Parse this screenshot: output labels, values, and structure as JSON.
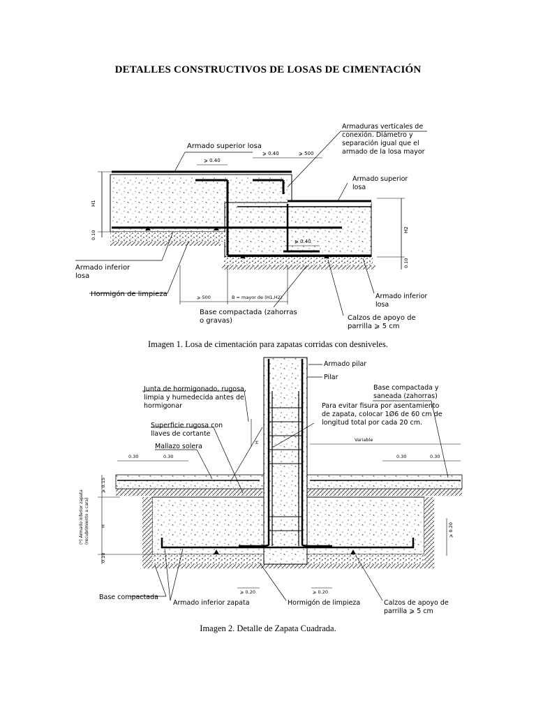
{
  "document": {
    "title": "DETALLES CONSTRUCTIVOS DE LOSAS DE CIMENTACIÓN"
  },
  "figure1": {
    "caption": "Imagen 1. Losa de cimentación para zapatas corridas con desniveles.",
    "labels": {
      "armado_superior_losa": "Armado superior losa",
      "armaduras_verticales_1": "Armaduras verticales de",
      "armaduras_verticales_2": "conexión. Diámetro y",
      "armaduras_verticales_3": "separación igual que el",
      "armaduras_verticales_4": "armado de la losa mayor",
      "armado_superior_r1": "Armado superior",
      "armado_superior_r2": "losa",
      "armado_inferior_l1": "Armado inferior",
      "armado_inferior_l2": "losa",
      "hormigon_limpieza": "Hormigón de limpieza",
      "armado_inferior_r1": "Armado inferior",
      "armado_inferior_r2": "losa",
      "base_compactada_1": "Base compactada (zahorras",
      "base_compactada_2": "o gravas)",
      "calzos_1": "Calzos de apoyo de",
      "calzos_2": "parrilla ⩾ 5 cm"
    },
    "dims": {
      "d040a": "⩾ 0.40",
      "d040b": "⩾ 0.40",
      "d500a": "⩾ 500",
      "d500b": "⩾ 500",
      "d040c": "⩾ 0.40",
      "bmayor": "B = mayor de (H1,H2)",
      "h1": "H1",
      "h2": "H2",
      "d010a": "0.10",
      "d010b": "0.10"
    }
  },
  "figure2": {
    "caption": "Imagen 2. Detalle de Zapata Cuadrada.",
    "labels": {
      "armado_pilar": "Armado pilar",
      "pilar": "Pilar",
      "junta_1": "Junta de hormigonado, rugosa,",
      "junta_2": "limpia y humedecida antes de",
      "junta_3": "hormigonar",
      "base_saneada_1": "Base compactada y",
      "base_saneada_2": "saneada (zahorras)",
      "fisura_1": "Para evitar fisura por asentamiento",
      "fisura_2": "de zapata, colocar 1Ø6 de 60 cm de",
      "fisura_3": "longitud total por cada 20 cm.",
      "superficie_1": "Superficie rugosa con",
      "superficie_2": "llaves de cortante",
      "mallazo": "Mallazo solera",
      "variable": "Variable",
      "base_compactada": "Base compactada",
      "armado_inferior_zapata": "Armado inferior zapata",
      "hormigon_limpieza": "Hormigón de limpieza",
      "calzos_1": "Calzos de apoyo de",
      "calzos_2": "parrilla ⩾ 5 cm",
      "side_note_1": "(*) Armado inferior zapata",
      "side_note_2": "(recubrimiento a cara)"
    },
    "dims": {
      "d030a": "0.30",
      "d030b": "0.30",
      "d030c": "0.30",
      "d030d": "0.30",
      "d015": "⩾ 0.15",
      "d010": "0.10",
      "d020r": "⩾ 0.20",
      "d020a": "⩾ 0.20",
      "d020b": "⩾ 0.20",
      "h": "H",
      "hb": "H"
    }
  }
}
